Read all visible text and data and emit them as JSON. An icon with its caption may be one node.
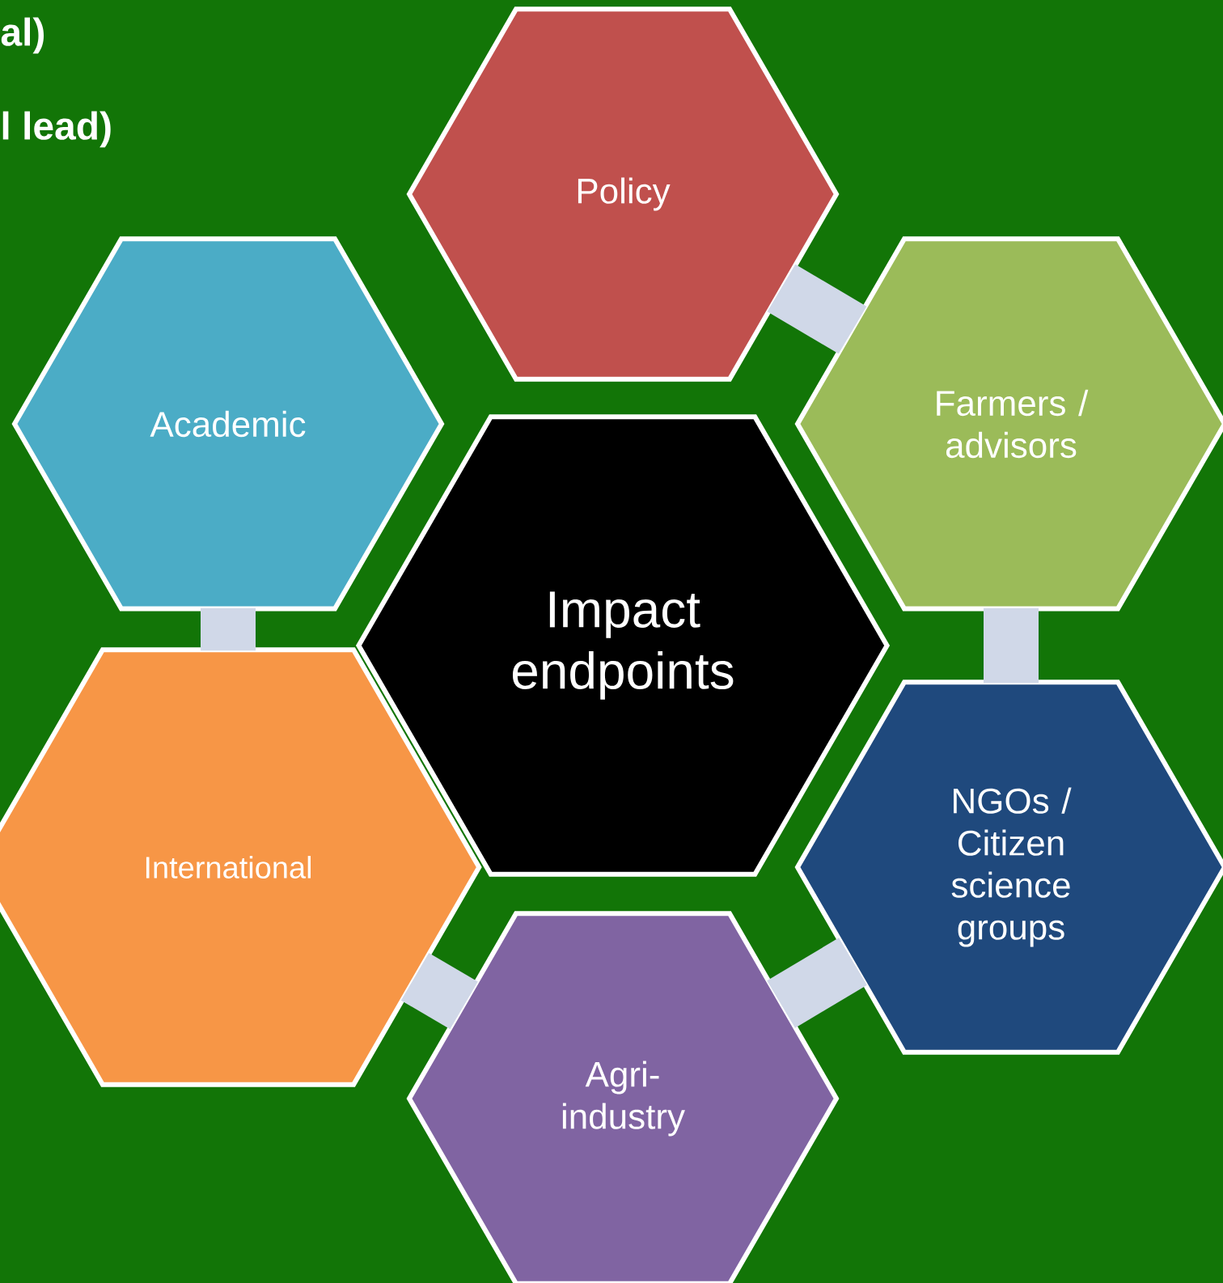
{
  "diagram": {
    "nodes": [
      {
        "text": [
          "Policy"
        ]
      },
      {
        "text": [
          "Academic"
        ]
      },
      {
        "text": [
          "Farmers / advisors"
        ]
      },
      {
        "text": [
          "Impact endpoints"
        ]
      },
      {
        "text": [
          "International"
        ]
      },
      {
        "text": [
          "NGOs / Citizen science groups"
        ]
      },
      {
        "text": [
          "Agri- industry"
        ]
      }
    ],
    "edges": [
      {
        "from": 0,
        "to": 2,
        "arrow": "none"
      },
      {
        "from": 2,
        "to": 5,
        "arrow": "none"
      },
      {
        "from": 5,
        "to": 6,
        "arrow": "none"
      },
      {
        "from": 6,
        "to": 4,
        "arrow": "none"
      },
      {
        "from": 4,
        "to": 1,
        "arrow": "none"
      }
    ],
    "labels": [
      "al)",
      "l lead)"
    ]
  }
}
